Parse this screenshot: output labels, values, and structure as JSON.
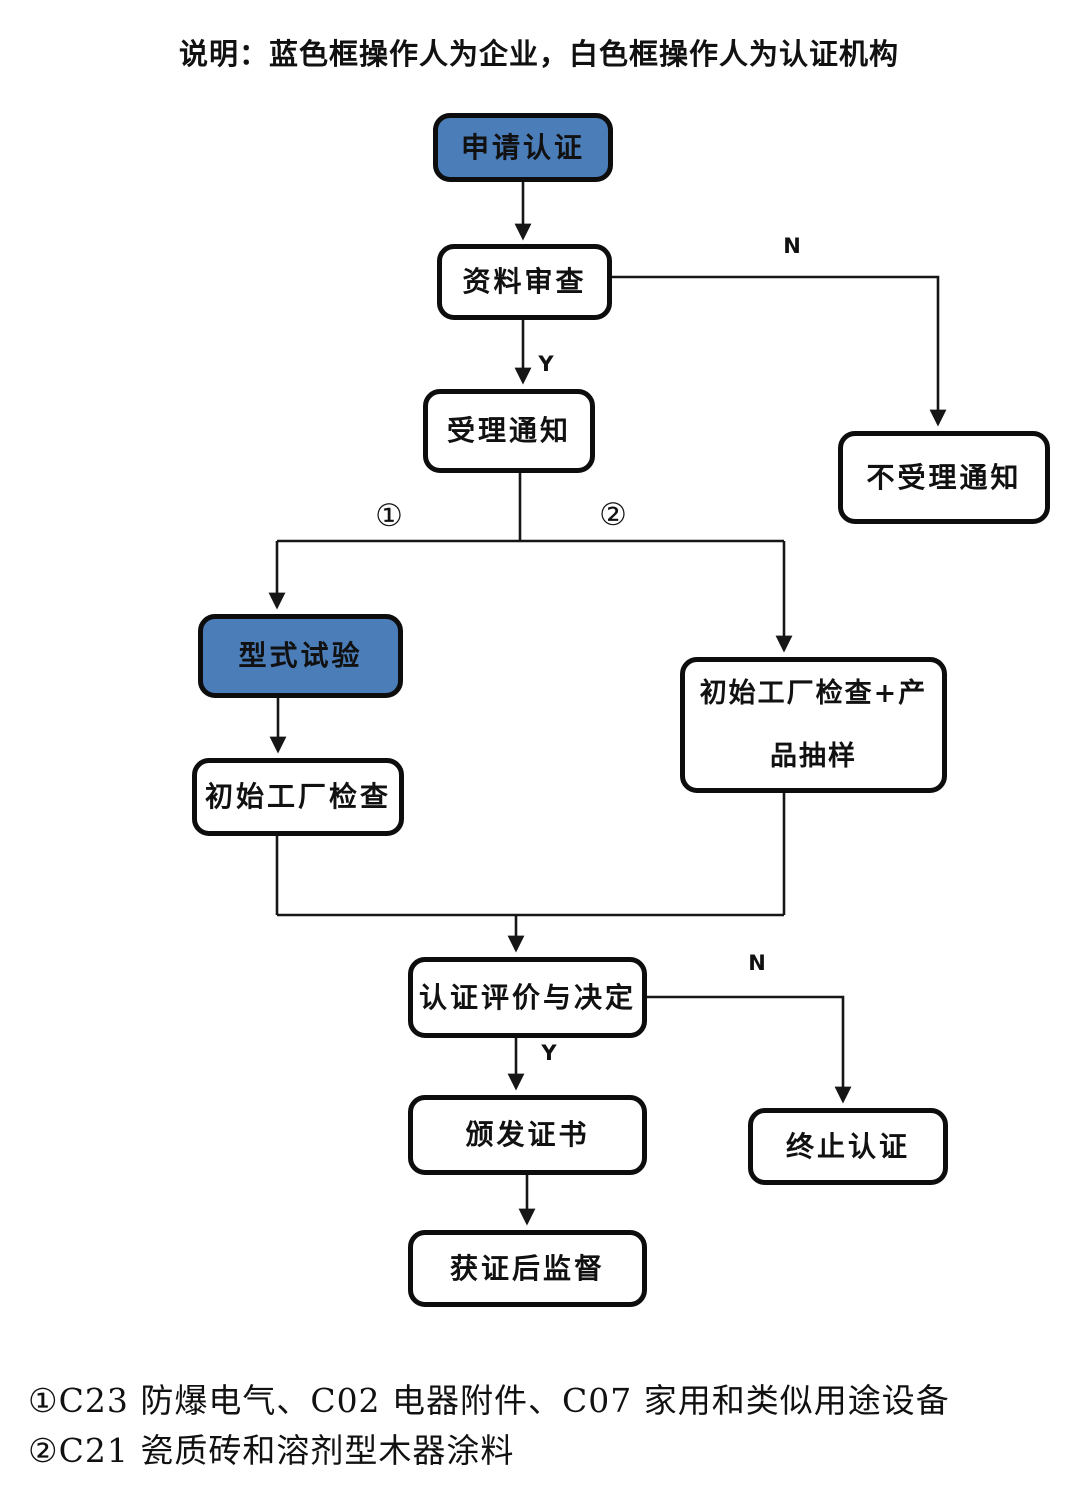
{
  "title": "说明：蓝色框操作人为企业，白色框操作人为认证机构",
  "nodes": {
    "apply": {
      "label": "申请认证",
      "operator": "enterprise"
    },
    "doc_review": {
      "label": "资料审查",
      "operator": "agency"
    },
    "acceptance_notice": {
      "label": "受理通知",
      "operator": "agency"
    },
    "rejection_notice": {
      "label": "不受理通知",
      "operator": "agency"
    },
    "type_test": {
      "label": "型式试验",
      "operator": "enterprise"
    },
    "initial_factory_inspection": {
      "label": "初始工厂检查",
      "operator": "agency"
    },
    "initial_inspection_plus_sampling": {
      "label": "初始工厂检查+产品抽样",
      "operator": "agency"
    },
    "evaluation_decision": {
      "label": "认证评价与决定",
      "operator": "agency"
    },
    "terminate_certification": {
      "label": "终止认证",
      "operator": "agency"
    },
    "issue_certificate": {
      "label": "颁发证书",
      "operator": "agency"
    },
    "post_certification_supervision": {
      "label": "获证后监督",
      "operator": "agency"
    }
  },
  "edge_labels": {
    "review_no": "N",
    "review_yes": "Y",
    "branch_1": "①",
    "branch_2": "②",
    "decision_no": "N",
    "decision_yes": "Y"
  },
  "footnotes": [
    "①C23 防爆电气、C02 电器附件、C07 家用和类似用途设备",
    "②C21 瓷质砖和溶剂型木器涂料"
  ],
  "colors": {
    "enterprise_fill": "#4b7db9",
    "agency_fill": "#ffffff",
    "border": "#0d0d0d",
    "line": "#161616"
  }
}
